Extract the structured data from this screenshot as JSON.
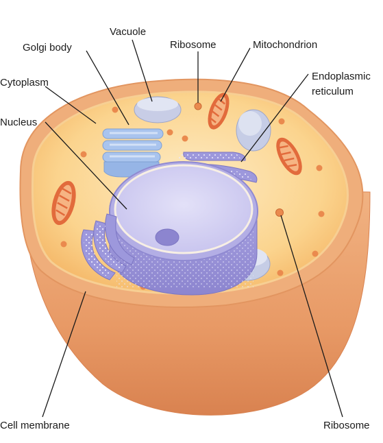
{
  "labels": {
    "vacuole": "Vacuole",
    "golgi": "Golgi body",
    "ribosome_top": "Ribosome",
    "mitochondrion": "Mitochondrion",
    "er_line1": "Endoplasmic",
    "er_line2": "reticulum",
    "cytoplasm": "Cytoplasm",
    "nucleus": "Nucleus",
    "cell_membrane": "Cell membrane",
    "ribosome_bottom": "Ribosome"
  },
  "colors": {
    "membrane_outer": "#e8955f",
    "membrane_inner": "#f3c08e",
    "cytoplasm": "#fbd48e",
    "cytoplasm_light": "#fde7b8",
    "nucleus": "#b9b5e6",
    "nucleus_top": "#dcdaf6",
    "er": "#9d98dc",
    "golgi": "#a9c4ee",
    "vacuole": "#c6cde6",
    "mito_outer": "#e26b3c",
    "mito_inner": "#f6b483",
    "ribosome": "#ea8a4e",
    "line": "#1a1a1a"
  }
}
